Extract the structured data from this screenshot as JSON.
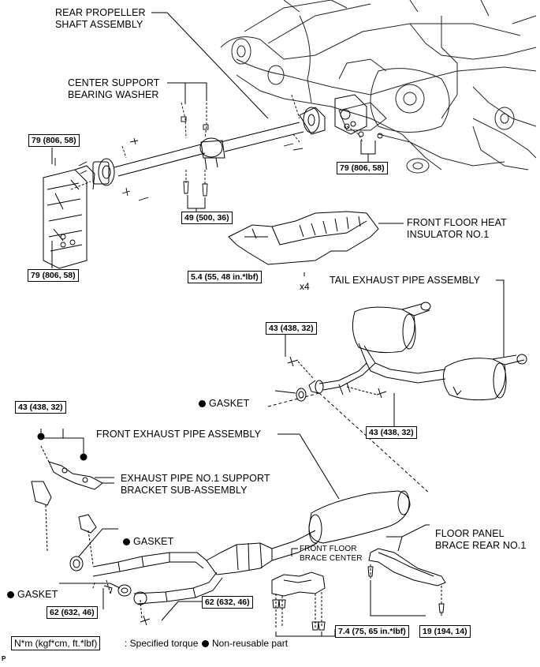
{
  "labels": {
    "rear_propeller_shaft": "REAR PROPELLER\nSHAFT ASSEMBLY",
    "center_support_washer": "CENTER SUPPORT\nBEARING WASHER",
    "front_floor_heat_insulator": "FRONT FLOOR HEAT\nINSULATOR NO.1",
    "tail_exhaust_pipe": "TAIL EXHAUST PIPE ASSEMBLY",
    "gasket": "GASKET",
    "front_exhaust_pipe": "FRONT EXHAUST PIPE ASSEMBLY",
    "exhaust_support_bracket": "EXHAUST PIPE NO.1 SUPPORT\nBRACKET SUB-ASSEMBLY",
    "floor_panel_brace": "FLOOR PANEL\nBRACE REAR NO.1",
    "front_floor_brace_center": "FRONT FLOOR\nBRACE CENTER",
    "x4": "x4"
  },
  "torques": {
    "t79_top_left": "79 (806, 58)",
    "t79_right": "79 (806, 58)",
    "t79_bottom_left": "79 (806, 58)",
    "t49": "49 (500, 36)",
    "t5_4": "5.4 (55, 48 in.*lbf)",
    "t43_tail_top": "43 (438, 32)",
    "t43_tail_bottom": "43 (438, 32)",
    "t43_bracket": "43 (438, 32)",
    "t62_left": "62 (632, 46)",
    "t62_right": "62 (632, 46)",
    "t7_4": "7.4 (75, 65 in.*lbf)",
    "t19": "19 (194, 14)"
  },
  "legend": {
    "box": "N*m (kgf*cm, ft.*lbf)",
    "specified": ": Specified torque",
    "nonreusable": "Non-reusable part"
  },
  "corner_mark": "P"
}
